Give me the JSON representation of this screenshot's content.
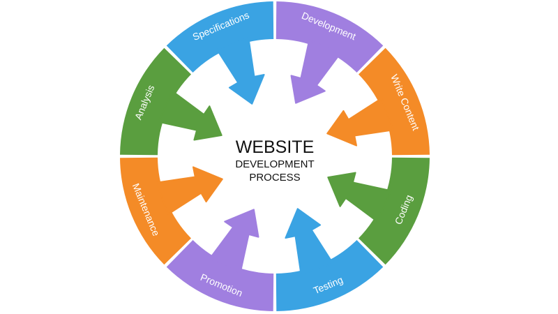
{
  "center": {
    "title": "WEBSITE",
    "line2": "DEVELOPMENT",
    "line3": "PROCESS"
  },
  "segments": [
    {
      "label": "Development",
      "color": "#a07fe0"
    },
    {
      "label": "Write Content",
      "color": "#f48b27"
    },
    {
      "label": "Coding",
      "color": "#5a9e3f"
    },
    {
      "label": "Testing",
      "color": "#3aa3e3"
    },
    {
      "label": "Promotion",
      "color": "#a07fe0"
    },
    {
      "label": "Maintenance",
      "color": "#f48b27"
    },
    {
      "label": "Analysis",
      "color": "#5a9e3f"
    },
    {
      "label": "Specifications",
      "color": "#3aa3e3"
    }
  ]
}
